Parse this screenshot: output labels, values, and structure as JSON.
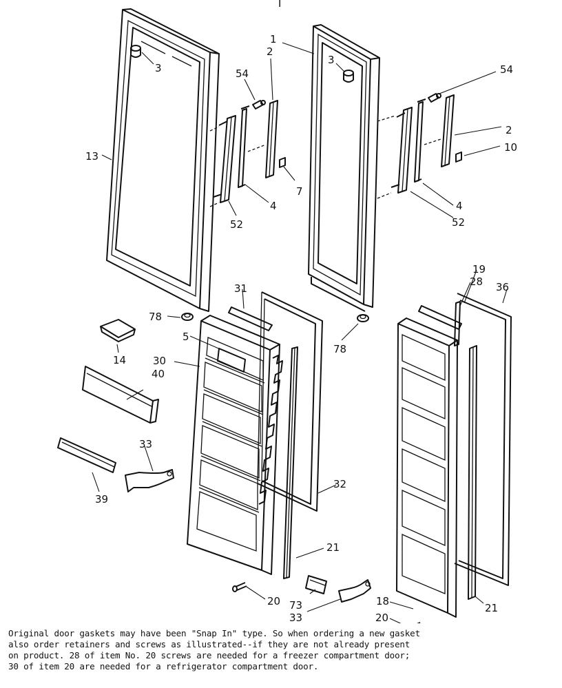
{
  "header_mark": "I",
  "labels": {
    "l1": "1",
    "l2a": "2",
    "l2b": "2",
    "l3a": "3",
    "l3b": "3",
    "l4a": "4",
    "l4b": "4",
    "l5": "5",
    "l7": "7",
    "l10": "10",
    "l13": "13",
    "l14": "14",
    "l18": "18",
    "l19": "19",
    "l20a": "20",
    "l20b": "20",
    "l21a": "21",
    "l21b": "21",
    "l28": "28",
    "l30": "30",
    "l31": "31",
    "l32": "32",
    "l33a": "33",
    "l33b": "33",
    "l36": "36",
    "l39": "39",
    "l40": "40",
    "l52a": "52",
    "l52b": "52",
    "l54a": "54",
    "l54b": "54",
    "l73": "73",
    "l78a": "78",
    "l78b": "78"
  },
  "note": {
    "line1": "Original door gaskets may have been \"Snap In\" type. So when ordering a new gasket",
    "line2": "also order retainers and screws as illustrated--if they are not already present",
    "line3": "on product. 28 of item No. 20 screws are needed for a freezer compartment door;",
    "line4": "30 of item 20 are needed for a refrigerator compartment door."
  }
}
